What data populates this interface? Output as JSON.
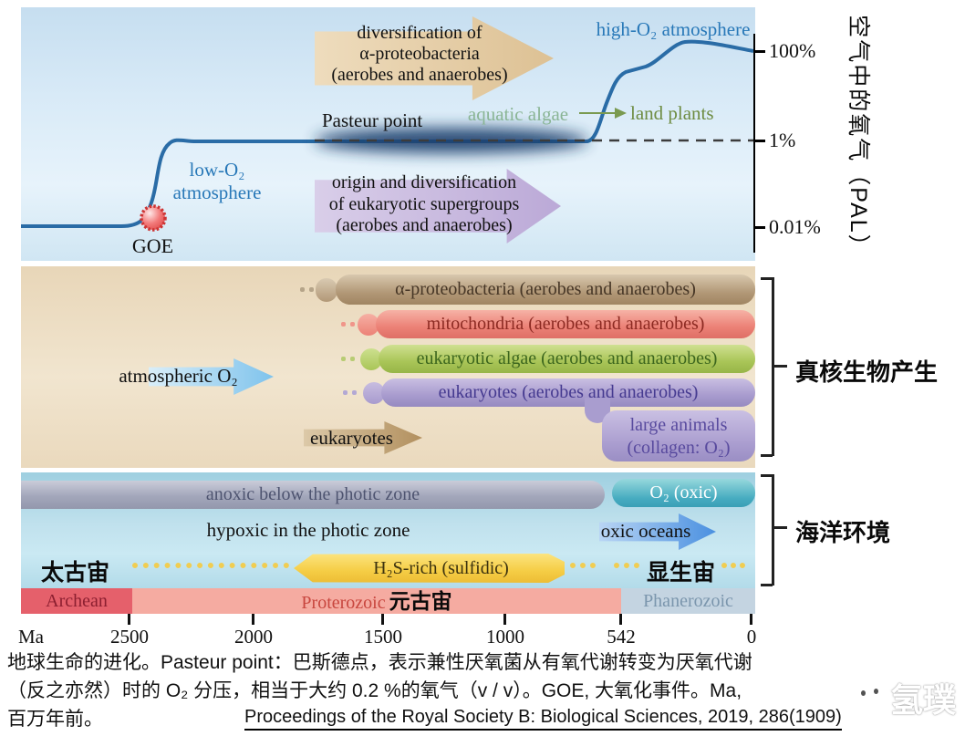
{
  "top_panel": {
    "y_axis": {
      "ticks": [
        "100%",
        "1%",
        "0.01%"
      ],
      "label_vertical": "空气中的氧气（PAL）"
    },
    "curve": {
      "description": "atmospheric O2 level vs time (log scale, PAL)",
      "points_ma_pal": [
        [
          2900,
          "0.01%"
        ],
        [
          2450,
          "0.01%"
        ],
        [
          2300,
          "1%"
        ],
        [
          700,
          "1%"
        ],
        [
          550,
          "50%"
        ],
        [
          450,
          "100%"
        ],
        [
          0,
          "100%"
        ]
      ]
    },
    "labels": {
      "low_o2_line1": "low-O₂",
      "low_o2_line2": "atmosphere",
      "high_o2": "high-O₂ atmosphere",
      "goe": "GOE",
      "pasteur_point": "Pasteur point",
      "aquatic_algae": "aquatic algae",
      "land_plants": "land plants"
    },
    "diversification_arrow": {
      "line1": "diversification of",
      "line2": "α-proteobacteria",
      "line3": "(aerobes and anaerobes)"
    },
    "origin_arrow": {
      "line1": "origin and diversification",
      "line2": "of eukaryotic supergroups",
      "line3": "(aerobes and anaerobes)"
    }
  },
  "middle_panel": {
    "atmospheric_o2": "atmospheric O₂",
    "eukaryotes_label": "eukaryotes",
    "bars": [
      {
        "label": "α-proteobacteria (aerobes and anaerobes)",
        "color": "#b29877"
      },
      {
        "label": "mitochondria (aerobes and anaerobes)",
        "color": "#ec8176"
      },
      {
        "label": "eukaryotic algae (aerobes and anaerobes)",
        "color": "#a9c557"
      },
      {
        "label": "eukaryotes (aerobes and anaerobes)",
        "color": "#a89bce"
      }
    ],
    "large_animals": {
      "line1": "large animals",
      "line2": "(collagen: O₂)"
    },
    "bracket_label": "真核生物产生"
  },
  "ocean_panel": {
    "anoxic": "anoxic below the photic zone",
    "o2_oxic": "O₂ (oxic)",
    "hypoxic": "hypoxic in the photic zone",
    "oxic_oceans": "oxic oceans",
    "h2s": "H₂S-rich (sulfidic)",
    "archean_zh": "太古宙",
    "phanerozoic_zh": "显生宙",
    "bracket_label": "海洋环境"
  },
  "timeline": {
    "eons": [
      {
        "en": "Archean",
        "zh": "",
        "color": "#e5606b"
      },
      {
        "en": "Proterozoic",
        "zh": "元古宙",
        "color": "#f5aba1"
      },
      {
        "en": "Phanerozoic",
        "zh": "",
        "color": "#c4d4e1"
      }
    ],
    "axis_unit": "Ma",
    "ticks": [
      "2500",
      "2000",
      "1500",
      "1000",
      "542",
      "0"
    ]
  },
  "caption": {
    "line1": "地球生命的进化。Pasteur point：巴斯德点，表示兼性厌氧菌从有氧代谢转变为厌氧代谢",
    "line2": "（反之亦然）时的 O₂ 分压，相当于大约 0.2 %的氧气（v / v）。GOE, 大氧化事件。Ma,",
    "line3": "百万年前。",
    "citation": "Proceedings of the Royal Society B: Biological Sciences, 2019, 286(1909)"
  },
  "watermark": {
    "text": "氢璞"
  },
  "colors": {
    "curve": "#2a6ca6",
    "sky_panel": "#d8eaf7",
    "tan_panel": "#eee0c6",
    "ocean_panel": "#bfe0ec",
    "goe_marker": "#ee6a6a",
    "h2s_bar": "#f7d44a",
    "oxic_pill": "#46abc0",
    "anoxic_bar": "#a3a7bb"
  }
}
